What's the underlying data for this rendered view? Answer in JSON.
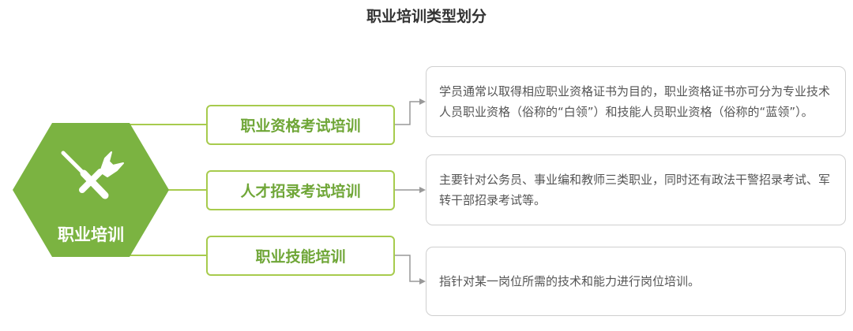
{
  "title": "职业培训类型划分",
  "hub": {
    "label": "职业培训",
    "icon": "wrench-screwdriver-icon"
  },
  "categories": [
    {
      "label": "职业资格考试培训",
      "description": "学员通常以取得相应职业资格证书为目的，职业资格证书亦可分为专业技术人员职业资格（俗称的“白领”）和技能人员职业资格（俗称的“蓝领”）。"
    },
    {
      "label": "人才招录考试培训",
      "description": "主要针对公务员、事业编和教师三类职业，同时还有政法干警招录考试、军转干部招录考试等。"
    },
    {
      "label": "职业技能培训",
      "description": "指针对某一岗位所需的技术和能力进行岗位培训。"
    }
  ],
  "colors": {
    "accent_green": "#6fa637",
    "hub_fill": "#7bb341",
    "border_green": "#a7cb4d",
    "connector_gray": "#999999"
  }
}
